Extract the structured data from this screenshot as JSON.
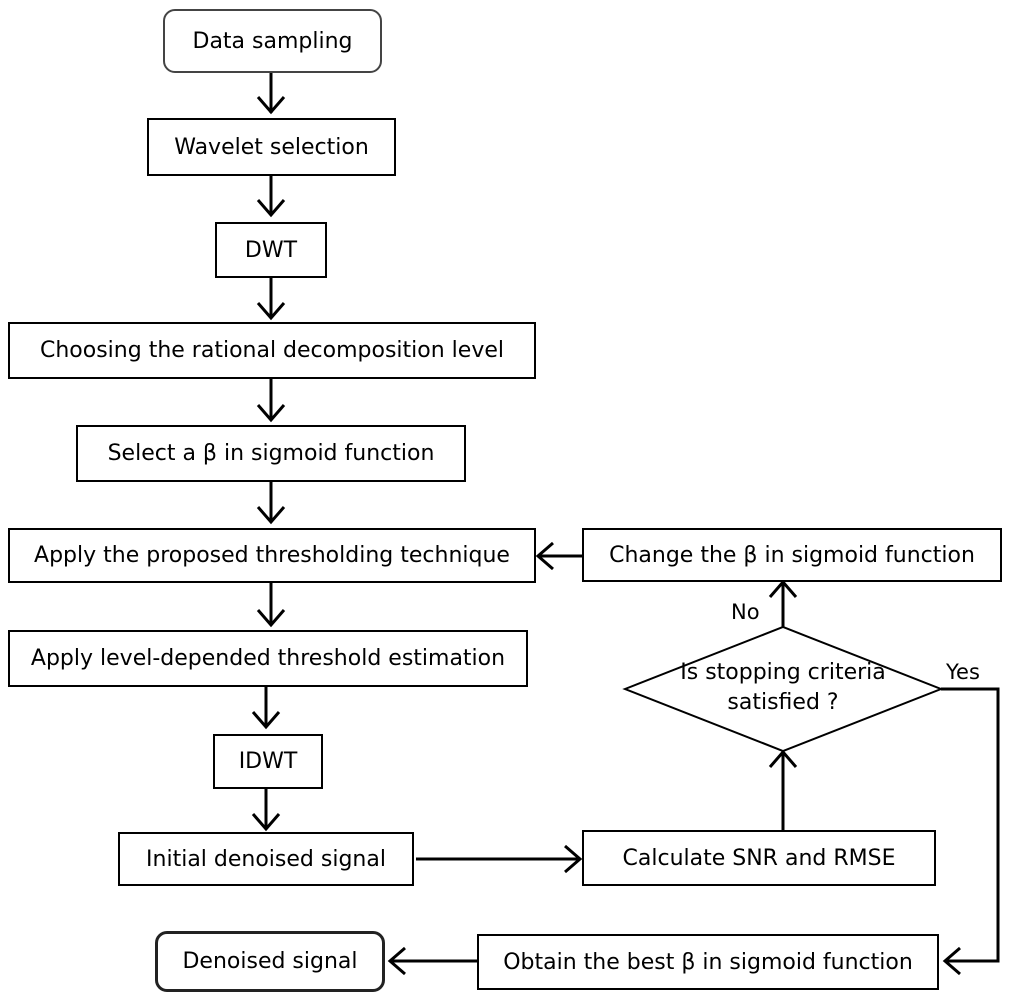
{
  "nodes": {
    "data_sampling": "Data sampling",
    "wavelet_selection": "Wavelet selection",
    "dwt": "DWT",
    "decomposition_level": "Choosing the rational decomposition level",
    "select_beta": "Select a β in sigmoid function",
    "apply_thresholding": "Apply the proposed thresholding technique",
    "threshold_estimation": "Apply level-depended threshold estimation",
    "idwt": "IDWT",
    "initial_denoised": "Initial denoised signal",
    "calculate": "Calculate SNR and RMSE",
    "change_beta": "Change the β in sigmoid function",
    "decision_line1": "Is stopping criteria",
    "decision_line2": "satisfied ?",
    "obtain_best": "Obtain the best β in sigmoid function",
    "denoised_signal": "Denoised signal"
  },
  "labels": {
    "no": "No",
    "yes": "Yes"
  }
}
